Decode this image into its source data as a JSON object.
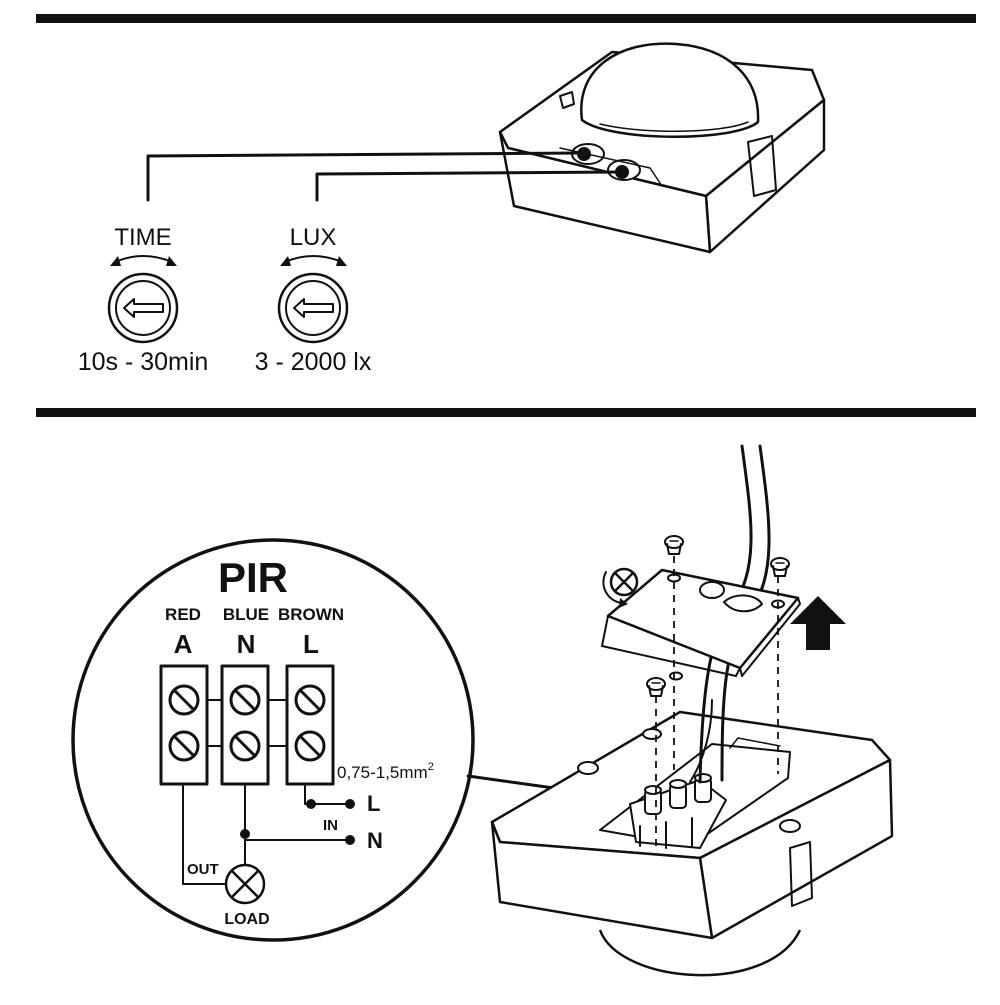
{
  "top_panel": {
    "time_label": "TIME",
    "time_range": "10s - 30min",
    "lux_label": "LUX",
    "lux_range": "3 - 2000 lx"
  },
  "wiring_panel": {
    "title": "PIR",
    "terminals": [
      {
        "color": "RED",
        "letter": "A"
      },
      {
        "color": "BLUE",
        "letter": "N"
      },
      {
        "color": "BROWN",
        "letter": "L"
      }
    ],
    "wire_size": "0,75-1,5mm",
    "wire_size_sup": "2",
    "line_label": "L",
    "neutral_label": "N",
    "in_label": "IN",
    "out_label": "OUT",
    "load_label": "LOAD"
  }
}
